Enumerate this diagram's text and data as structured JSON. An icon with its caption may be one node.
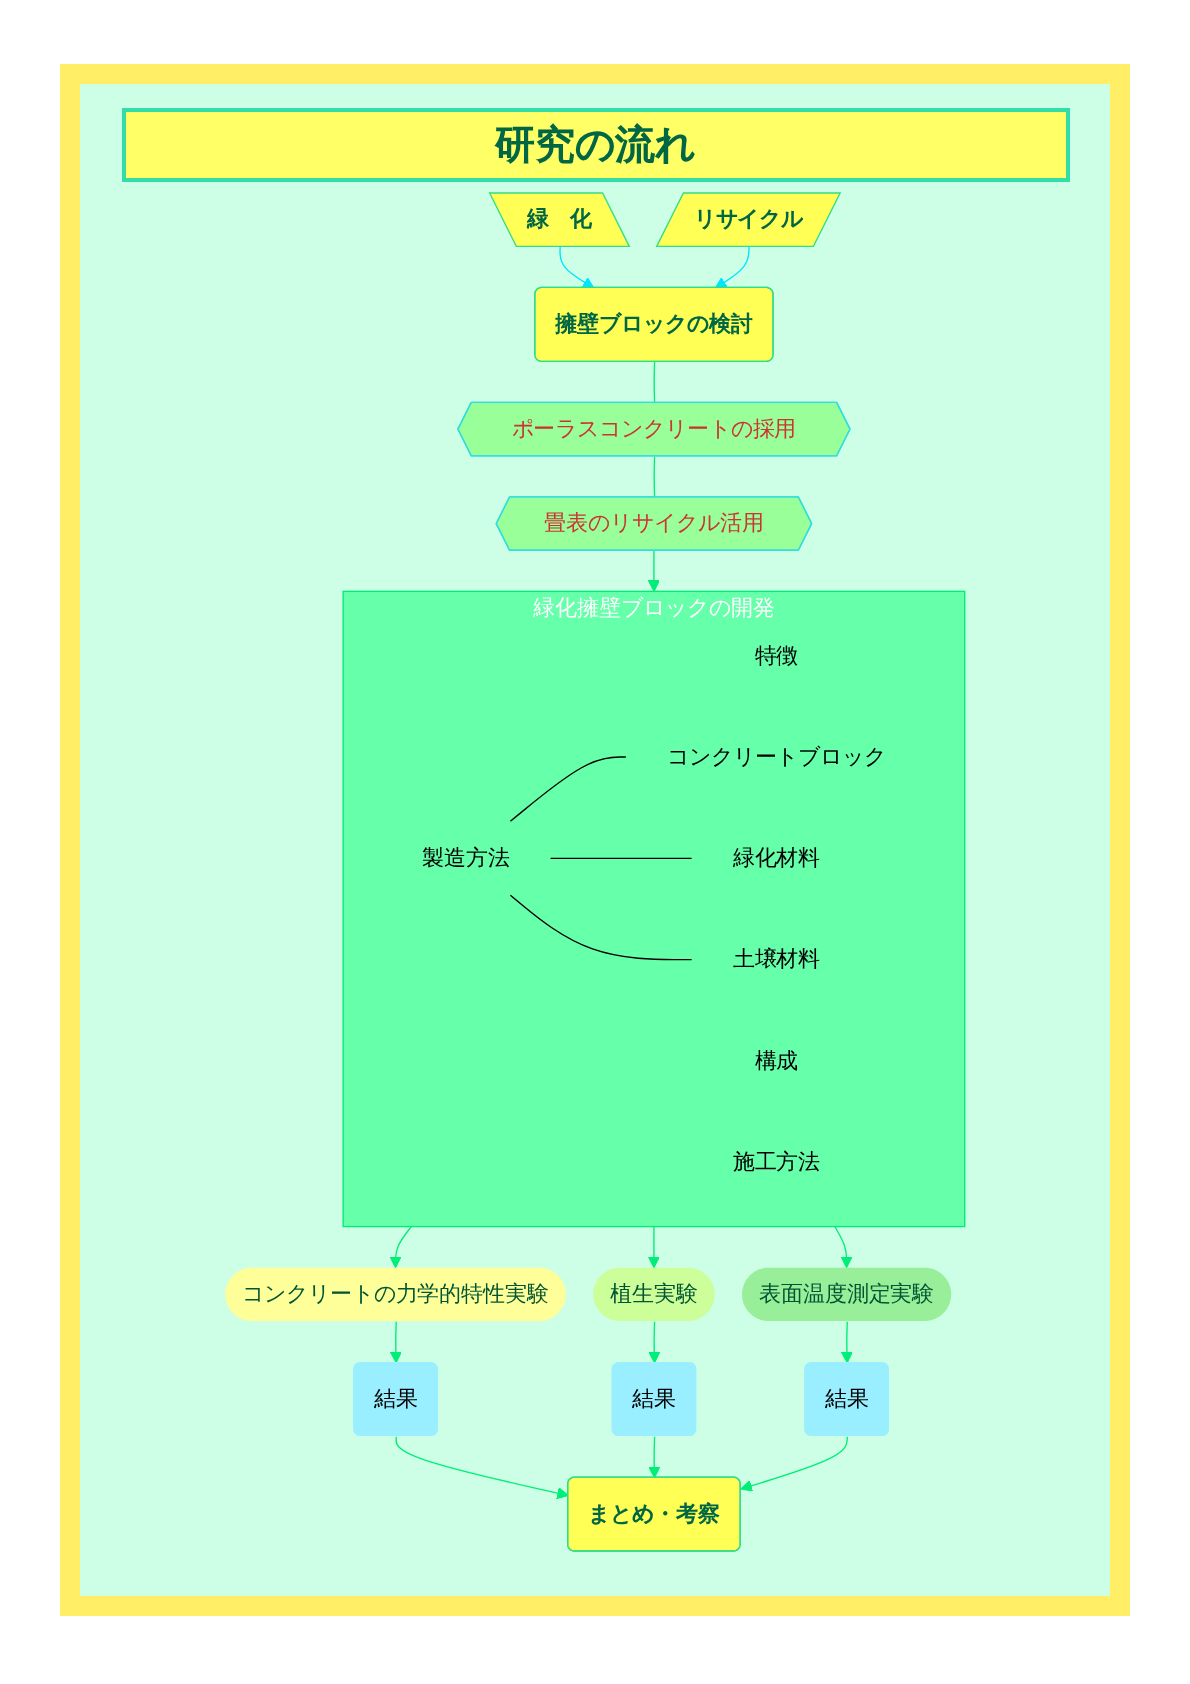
{
  "diagram": {
    "title": "研究の流れ",
    "nodes": [
      {
        "text": [
          "緑　化"
        ]
      },
      {
        "text": [
          "リサイクル"
        ]
      },
      {
        "text": [
          "擁壁ブロックの検討"
        ]
      },
      {
        "text": [
          "ポーラスコンクリートの採用"
        ]
      },
      {
        "text": [
          "畳表のリサイクル活用"
        ]
      },
      {
        "text": [
          "緑化擁壁ブロックの開発"
        ]
      },
      {
        "text": [
          "特徴"
        ],
        "in": 5
      },
      {
        "text": [
          "構成"
        ],
        "in": 5
      },
      {
        "text": [
          "製造方法"
        ],
        "in": 5
      },
      {
        "text": [
          "施工方法"
        ],
        "in": 5
      },
      {
        "text": [
          "コンクリートブロック"
        ],
        "in": 5
      },
      {
        "text": [
          "緑化材料"
        ],
        "in": 5
      },
      {
        "text": [
          "土壌材料"
        ],
        "in": 5
      },
      {
        "text": [
          "コンクリートの力学的特性実験"
        ]
      },
      {
        "text": [
          "植生実験"
        ]
      },
      {
        "text": [
          "表面温度測定実験"
        ]
      },
      {
        "text": [
          "結果"
        ]
      },
      {
        "text": [
          "結果"
        ]
      },
      {
        "text": [
          "結果"
        ]
      },
      {
        "text": [
          "まとめ・考察"
        ]
      }
    ],
    "edges": [
      {
        "from": 0,
        "to": 2,
        "arrow": "to",
        "color": "#00e5ff"
      },
      {
        "from": 1,
        "to": 2,
        "arrow": "to",
        "color": "#00e5ff"
      },
      {
        "from": 2,
        "to": 3,
        "arrow": "none"
      },
      {
        "from": 3,
        "to": 4,
        "arrow": "none"
      },
      {
        "from": 4,
        "to": 5,
        "arrow": "to"
      },
      {
        "from": 8,
        "to": 10,
        "arrow": "none",
        "color": "#000000"
      },
      {
        "from": 8,
        "to": 11,
        "arrow": "none",
        "color": "#000000"
      },
      {
        "from": 8,
        "to": 12,
        "arrow": "none",
        "color": "#000000"
      },
      {
        "from": 5,
        "to": 13,
        "arrow": "to"
      },
      {
        "from": 5,
        "to": 14,
        "arrow": "to"
      },
      {
        "from": 5,
        "to": 15,
        "arrow": "to"
      },
      {
        "from": 13,
        "to": 16,
        "arrow": "to"
      },
      {
        "from": 14,
        "to": 17,
        "arrow": "to"
      },
      {
        "from": 15,
        "to": 18,
        "arrow": "to"
      },
      {
        "from": 16,
        "to": 19,
        "arrow": "to"
      },
      {
        "from": 17,
        "to": 19,
        "arrow": "to"
      },
      {
        "from": 18,
        "to": 19,
        "arrow": "to"
      }
    ]
  }
}
